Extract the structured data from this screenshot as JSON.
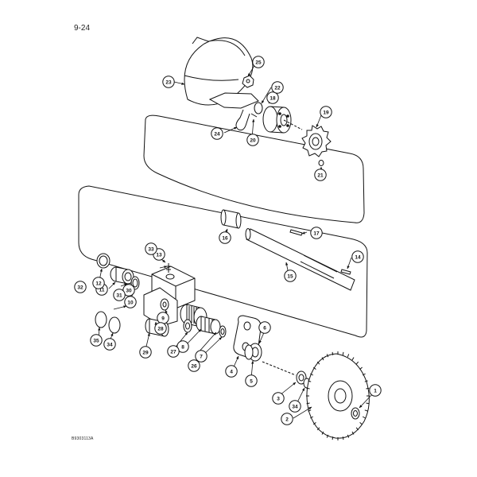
{
  "page_number": "9-24",
  "document_code": "B9303113A",
  "callouts": [
    "1",
    "2",
    "3",
    "4",
    "5",
    "6",
    "7",
    "8",
    "9",
    "10",
    "11",
    "12",
    "13",
    "14",
    "15",
    "16",
    "17",
    "18",
    "19",
    "20",
    "21",
    "22",
    "23",
    "24",
    "25",
    "26",
    "27",
    "28",
    "29",
    "30",
    "31",
    "32",
    "33",
    "34",
    "34",
    "35"
  ]
}
